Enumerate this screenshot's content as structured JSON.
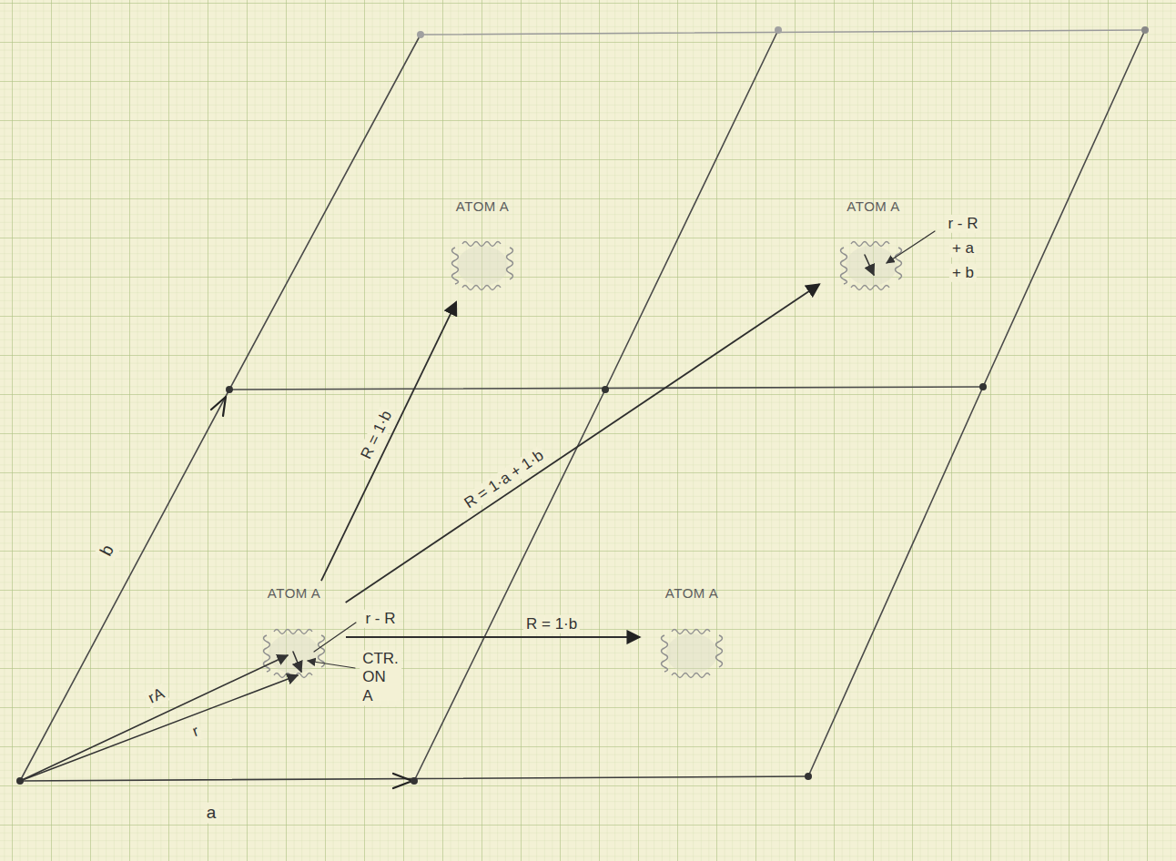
{
  "diagram": {
    "nodes": [
      {
        "text": [
          "ATOM A"
        ]
      },
      {
        "text": [
          "ATOM A"
        ]
      },
      {
        "text": [
          "ATOM A"
        ]
      },
      {
        "text": [
          "ATOM A"
        ]
      }
    ],
    "edges": [
      {
        "from": 2,
        "to": 0,
        "arrow": "to",
        "label": "R = 1·b"
      },
      {
        "from": 2,
        "to": 1,
        "arrow": "to",
        "label": "R = 1·a + 1·b"
      },
      {
        "from": 2,
        "to": 3,
        "arrow": "to",
        "label": "R = 1·b"
      }
    ],
    "labels": [
      "r - R",
      "+ a",
      "+ b",
      "b",
      "r - R",
      "CTR. ON A",
      "rA",
      "r",
      "a"
    ]
  }
}
